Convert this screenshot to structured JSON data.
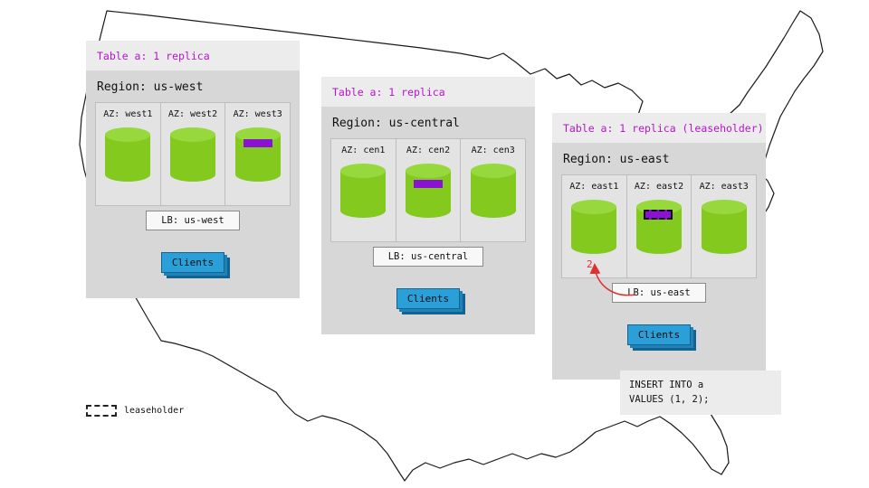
{
  "panels": [
    {
      "id": "us-west",
      "header": "Table a: 1 replica",
      "region": "Region: us-west",
      "azs": [
        "AZ: west1",
        "AZ: west2",
        "AZ: west3"
      ],
      "lb": "LB: us-west",
      "clients": "Clients",
      "replica": {
        "az_index": 2,
        "leaseholder": false
      }
    },
    {
      "id": "us-central",
      "header": "Table a: 1 replica",
      "region": "Region: us-central",
      "azs": [
        "AZ: cen1",
        "AZ: cen2",
        "AZ: cen3"
      ],
      "lb": "LB: us-central",
      "clients": "Clients",
      "replica": {
        "az_index": 1,
        "leaseholder": false
      }
    },
    {
      "id": "us-east",
      "header": "Table a: 1 replica (leaseholder)",
      "region": "Region: us-east",
      "azs": [
        "AZ: east1",
        "AZ: east2",
        "AZ: east3"
      ],
      "lb": "LB: us-east",
      "clients": "Clients",
      "replica": {
        "az_index": 1,
        "leaseholder": true
      }
    }
  ],
  "annotation": {
    "step_number": "2",
    "sql": "INSERT INTO a\nVALUES (1, 2);"
  },
  "legend": {
    "label": "leaseholder"
  },
  "colors": {
    "replica_green": "#84c91e",
    "cylinder_top_green": "#97d93c",
    "leaseholder_purple": "#8a12d2",
    "header_text_purple": "#b814cf",
    "clients_blue": "#2b9fd8",
    "arrow_red": "#e03131"
  }
}
